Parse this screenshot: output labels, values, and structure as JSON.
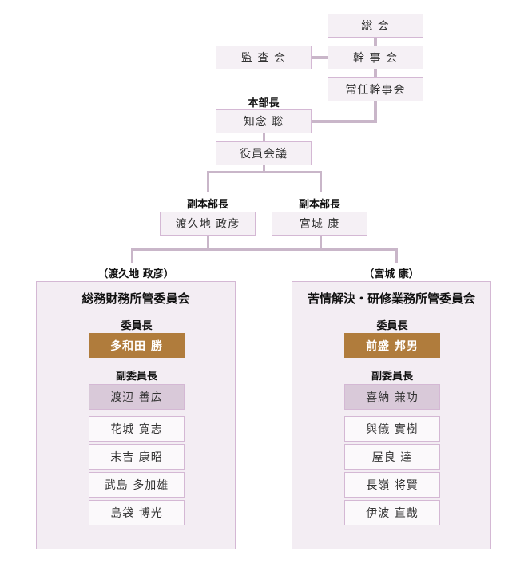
{
  "top": {
    "general_assembly": "総 会",
    "executive_board": "幹 事 会",
    "audit_board": "監 査 会",
    "standing_board": "常任幹事会"
  },
  "hq": {
    "label": "本部長",
    "name": "知念 聡",
    "officers_meeting": "役員会議"
  },
  "deputies": [
    {
      "label": "副本部長",
      "name": "渡久地 政彦"
    },
    {
      "label": "副本部長",
      "name": "宮城 康"
    }
  ],
  "committees": [
    {
      "supervisor": "（渡久地 政彦）",
      "title": "総務財務所管委員会",
      "chair_label": "委員長",
      "chair": "多和田 勝",
      "vice_label": "副委員長",
      "vice": "渡辺 善広",
      "members": [
        "花城 寛志",
        "末吉 康昭",
        "武島 多加雄",
        "島袋 博光"
      ]
    },
    {
      "supervisor": "（宮城 康）",
      "title": "苦情解決・研修業務所管委員会",
      "chair_label": "委員長",
      "chair": "前盛 邦男",
      "vice_label": "副委員長",
      "vice": "喜納 兼功",
      "members": [
        "與儀 實樹",
        "屋良 達",
        "長嶺 将賢",
        "伊波 直哉"
      ]
    }
  ],
  "colors": {
    "chair": "#b07c3c",
    "vice": "#d9c9d9",
    "line": "#c9b6c9"
  }
}
